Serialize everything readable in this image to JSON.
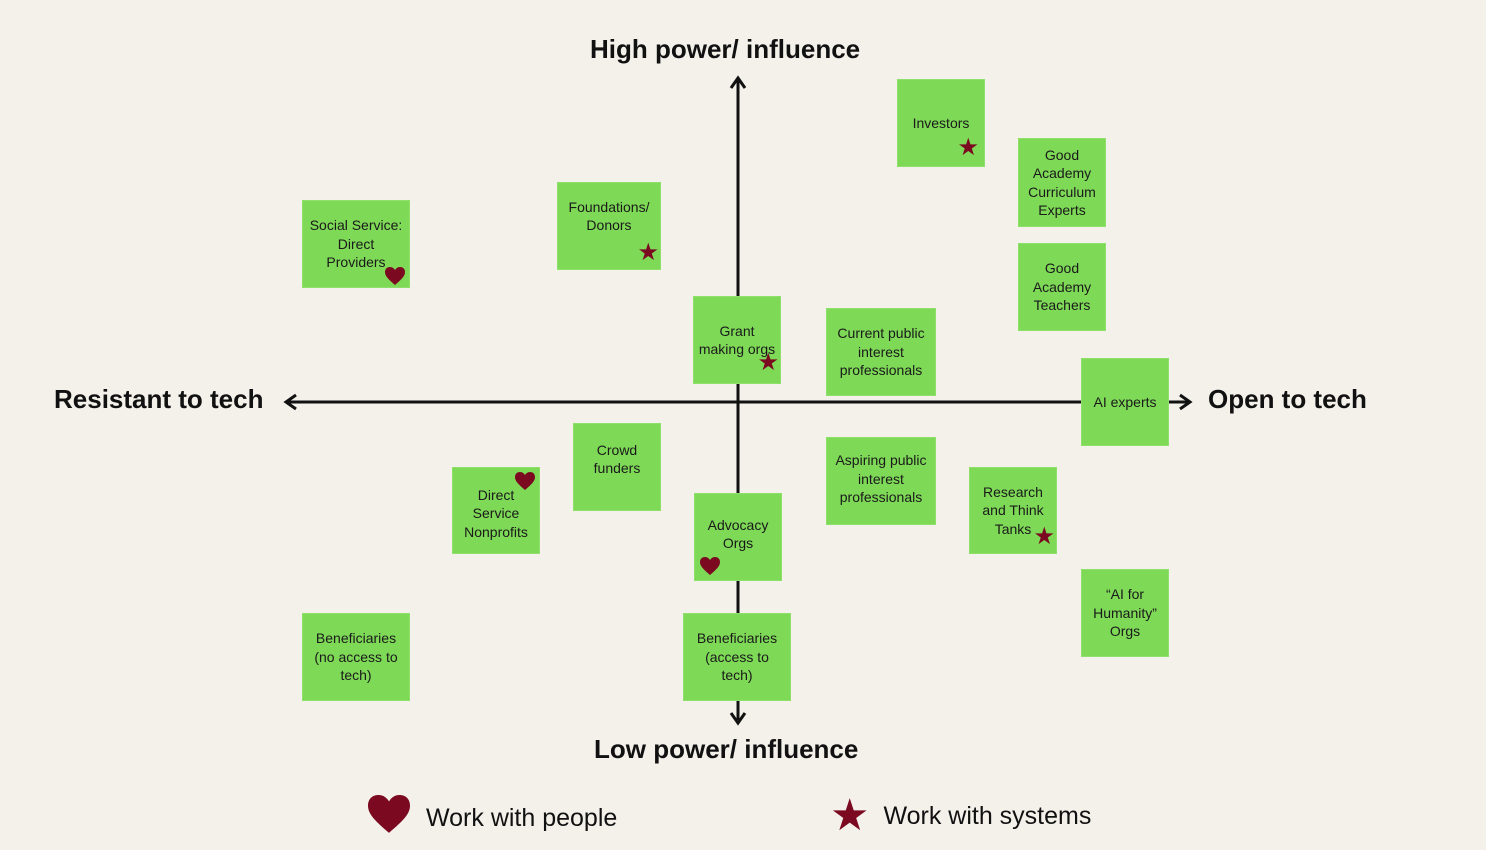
{
  "axes": {
    "top": "High  power/ influence",
    "bottom": "Low  power/ influence",
    "left": "Resistant to tech",
    "right": "Open to tech"
  },
  "colors": {
    "background": "#f4f1eb",
    "note": "#7ed957",
    "marker": "#7b0a21",
    "axis": "#111111"
  },
  "notes": [
    {
      "id": "investors",
      "label": "Investors",
      "marker": "star-icon"
    },
    {
      "id": "good-academy-curriculum-experts",
      "label": "Good Academy Curriculum Experts",
      "marker": null
    },
    {
      "id": "good-academy-teachers",
      "label": "Good Academy Teachers",
      "marker": null
    },
    {
      "id": "social-service-direct-providers",
      "label": "Social Service: Direct Providers",
      "marker": "heart-icon"
    },
    {
      "id": "foundations-donors",
      "label": "Foundations/ Donors",
      "marker": "star-icon"
    },
    {
      "id": "grant-making-orgs",
      "label": "Grant making orgs",
      "marker": "star-icon"
    },
    {
      "id": "current-public-interest-professionals",
      "label": "Current public interest professionals",
      "marker": null
    },
    {
      "id": "ai-experts",
      "label": "AI experts",
      "marker": null
    },
    {
      "id": "crowd-funders",
      "label": "Crowd funders",
      "marker": null
    },
    {
      "id": "direct-service-nonprofits",
      "label": "Direct Service Nonprofits",
      "marker": "heart-icon"
    },
    {
      "id": "advocacy-orgs",
      "label": "Advocacy Orgs",
      "marker": "heart-icon"
    },
    {
      "id": "aspiring-public-interest-professionals",
      "label": "Aspiring public interest professionals",
      "marker": null
    },
    {
      "id": "research-and-think-tanks",
      "label": "Research and Think Tanks",
      "marker": "star-icon"
    },
    {
      "id": "ai-for-humanity-orgs",
      "label": "“AI for Humanity” Orgs",
      "marker": null
    },
    {
      "id": "beneficiaries-no-access",
      "label": "Beneficiaries (no access to tech)",
      "marker": null
    },
    {
      "id": "beneficiaries-access",
      "label": "Beneficiaries (access to tech)",
      "marker": null
    }
  ],
  "legend": {
    "people": "Work with people",
    "systems": "Work with systems"
  },
  "icons": {
    "star": "★"
  }
}
